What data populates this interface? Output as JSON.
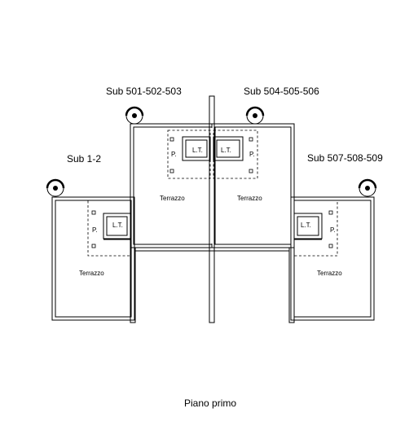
{
  "labels": {
    "sub_1_2": "Sub 1-2",
    "sub_501": "Sub 501-502-503",
    "sub_504": "Sub 504-505-506",
    "sub_507": "Sub 507-508-509",
    "terrazzo": "Terrazzo",
    "lt": "L.T.",
    "p": "P.",
    "footer": "Piano primo"
  }
}
